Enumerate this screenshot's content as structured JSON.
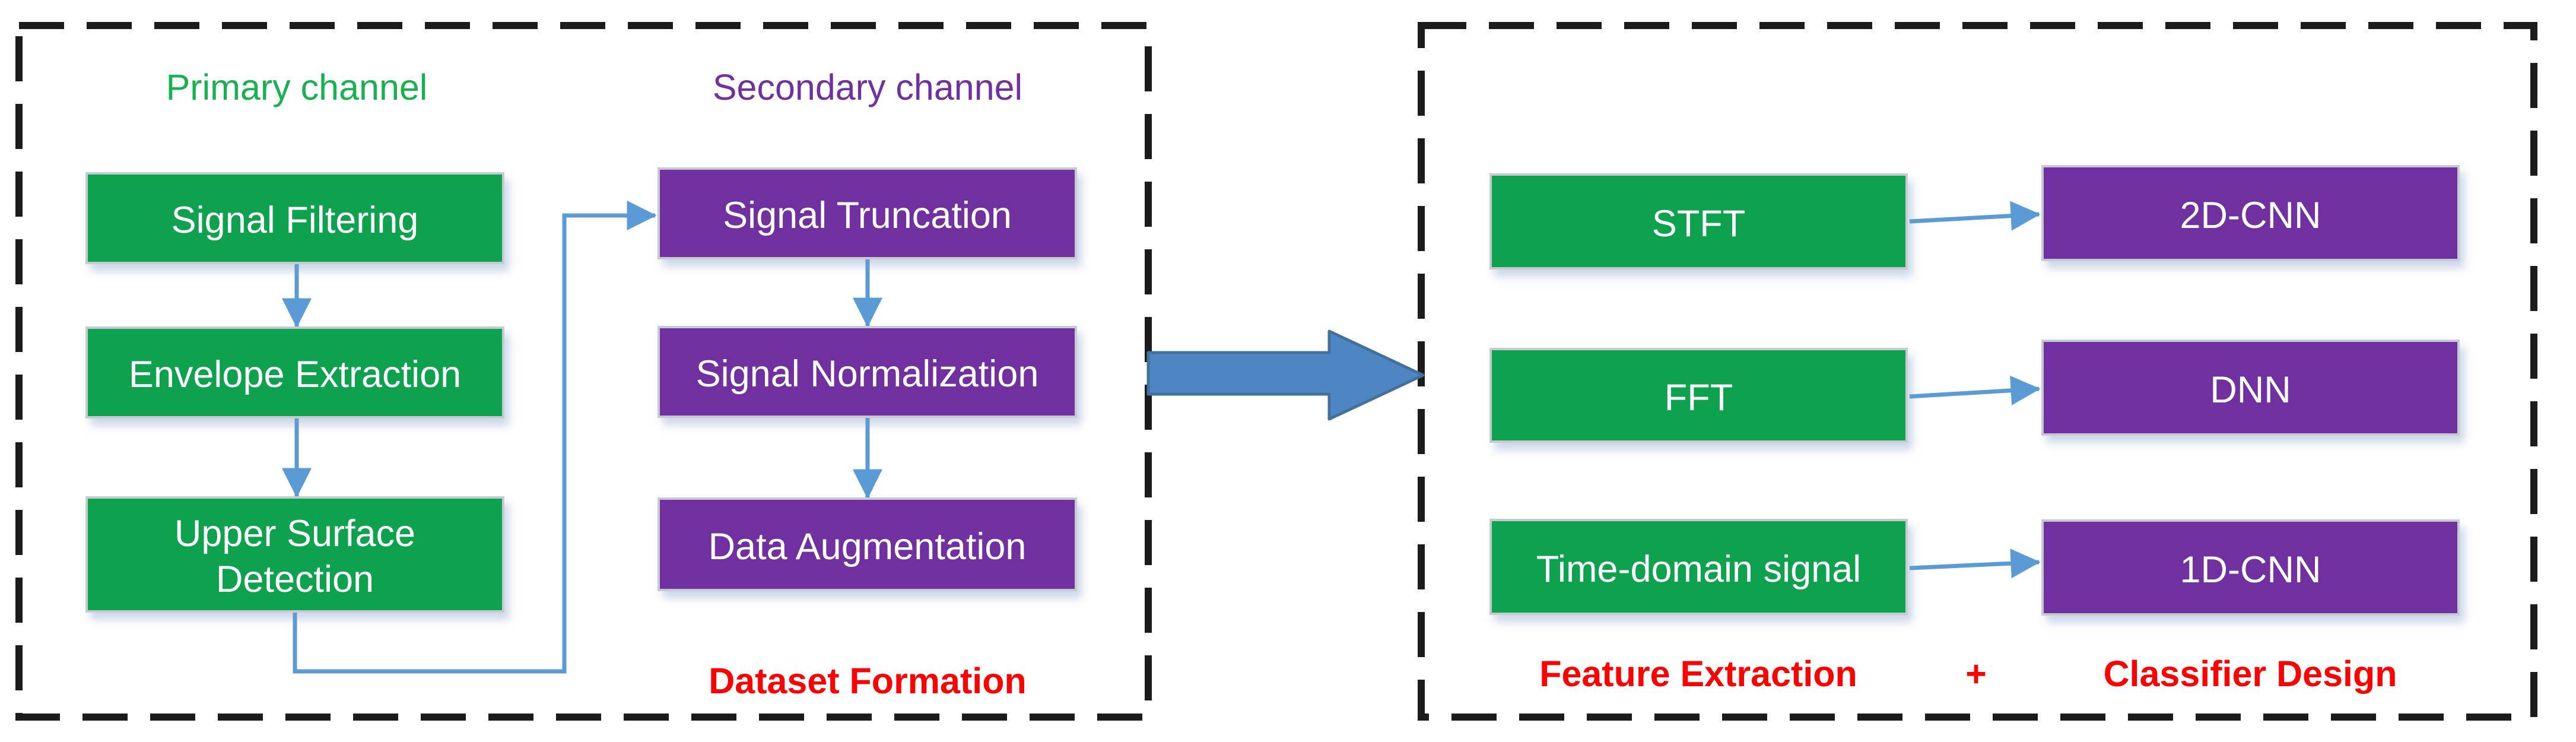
{
  "diagram": {
    "left_panel": {
      "primary_channel": {
        "label": "Primary channel",
        "steps": [
          "Signal Filtering",
          "Envelope Extraction",
          "Upper Surface Detection"
        ]
      },
      "secondary_channel": {
        "label": "Secondary channel",
        "steps": [
          "Signal Truncation",
          "Signal Normalization",
          "Data Augmentation"
        ]
      },
      "caption": "Dataset Formation"
    },
    "right_panel": {
      "rows": [
        {
          "feature": "STFT",
          "classifier": "2D-CNN"
        },
        {
          "feature": "FFT",
          "classifier": "DNN"
        },
        {
          "feature": "Time-domain signal",
          "classifier": "1D-CNN"
        }
      ],
      "captions": {
        "feature": "Feature Extraction",
        "plus": "+",
        "classifier": "Classifier Design"
      }
    },
    "colors": {
      "green_box": "#0ea24e",
      "purple_box": "#7030a0",
      "connector_blue": "#5b9bd5",
      "big_arrow_fill": "#4e86c4",
      "big_arrow_stroke": "#41719c",
      "caption_red": "#ff0000",
      "border_dash_black": "#1c1c1c"
    }
  }
}
